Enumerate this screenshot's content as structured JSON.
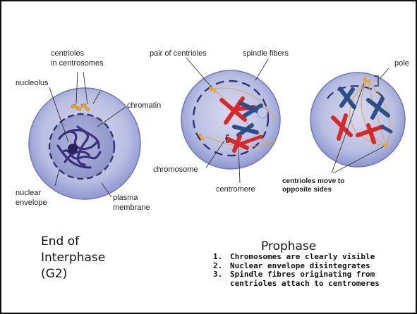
{
  "labels": {
    "centrioles_in_centrosomes_1": "centrioles",
    "centrioles_in_centrosomes_2": "in centrosomes",
    "nucleolus": "nucleolus",
    "chromatin": "chromatin",
    "nuclear_envelope_1": "nuclear",
    "nuclear_envelope_2": "envelope",
    "plasma_membrane_1": "plasma",
    "plasma_membrane_2": "membrane",
    "pair_of_centrioles": "pair of centrioles",
    "spindle_fibers": "spindle fibers",
    "chromosome": "chromosome",
    "centromere": "centromere",
    "pole": "pole",
    "centrioles_move_1": "centrioles  move to",
    "centrioles_move_2": "opposite sides"
  },
  "captions": {
    "interphase_line1": "End of",
    "interphase_line2": "Interphase",
    "interphase_line3": "(G2)",
    "prophase_title": "Prophase"
  },
  "prophase_points": [
    {
      "num": "1.",
      "text": "Chromosomes are clearly visible"
    },
    {
      "num": "2.",
      "text": "Nuclear envelope disintegrates"
    },
    {
      "num": "3.",
      "text": "Spindle fibres originating from",
      "cont": "centrioles attach to centromeres"
    }
  ],
  "colors": {
    "cell_fill": "#b9bfe3",
    "cell_edge": "#7c86c4",
    "nucleus_fill": "#9aa0cf",
    "chromatin": "#3a2f7a",
    "centriole": "#f0a41e",
    "chromosome_red": "#d7282a",
    "chromosome_blue": "#2b4f86",
    "spindle": "#e2a13a"
  }
}
